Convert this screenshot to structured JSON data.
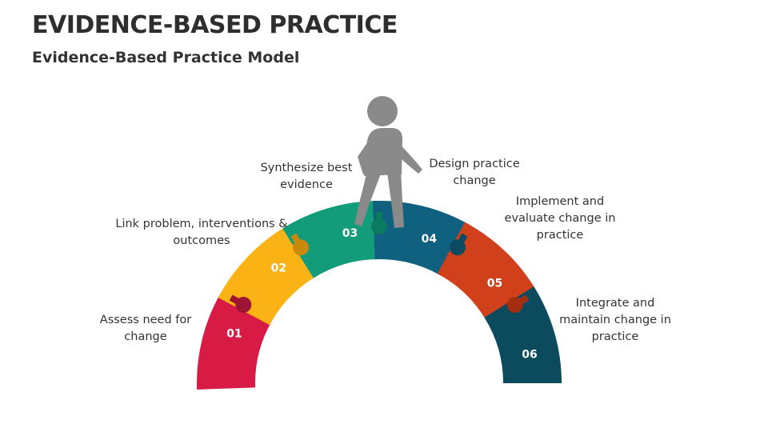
{
  "header": {
    "title": "EVIDENCE-BASED PRACTICE",
    "subtitle": "Evidence-Based Practice Model"
  },
  "steps": [
    {
      "number": "01",
      "lines": [
        "Assess need for",
        "change"
      ],
      "color": "#d81b45",
      "knob_color": "#9e1533"
    },
    {
      "number": "02",
      "lines": [
        "Link problem, interventions &",
        "outcomes"
      ],
      "color": "#fbb214",
      "knob_color": "#c98a0c"
    },
    {
      "number": "03",
      "lines": [
        "Synthesize best",
        "evidence"
      ],
      "color": "#129c7a",
      "knob_color": "#0c7a5e"
    },
    {
      "number": "04",
      "lines": [
        "Design practice",
        "change"
      ],
      "color": "#10607f",
      "knob_color": "#0a4a63"
    },
    {
      "number": "05",
      "lines": [
        "Implement and",
        "evaluate change in",
        "practice"
      ],
      "color": "#d0401b",
      "knob_color": "#a32e12"
    },
    {
      "number": "06",
      "lines": [
        "Integrate and",
        "maintain change in",
        "practice"
      ],
      "color": "#0c4a5e",
      "knob_color": "#8c2a1a"
    }
  ],
  "figure": {
    "icon": "walking-person-icon",
    "color": "#8a8a8a"
  }
}
